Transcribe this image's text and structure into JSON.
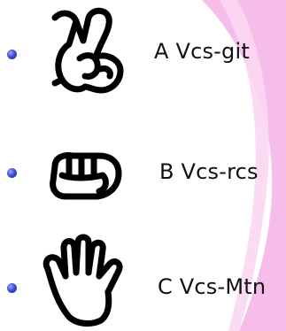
{
  "slide": {
    "choices": [
      {
        "label": "A Vcs-git",
        "icon": "scissors-hand-icon"
      },
      {
        "label": "B Vcs-rcs",
        "icon": "rock-fist-icon"
      },
      {
        "label": "C Vcs-Mtn",
        "icon": "paper-hand-icon"
      }
    ]
  },
  "colors": {
    "bullet": "#3f4fd6",
    "swoosh": "#f6b8e8",
    "ink": "#000000"
  }
}
